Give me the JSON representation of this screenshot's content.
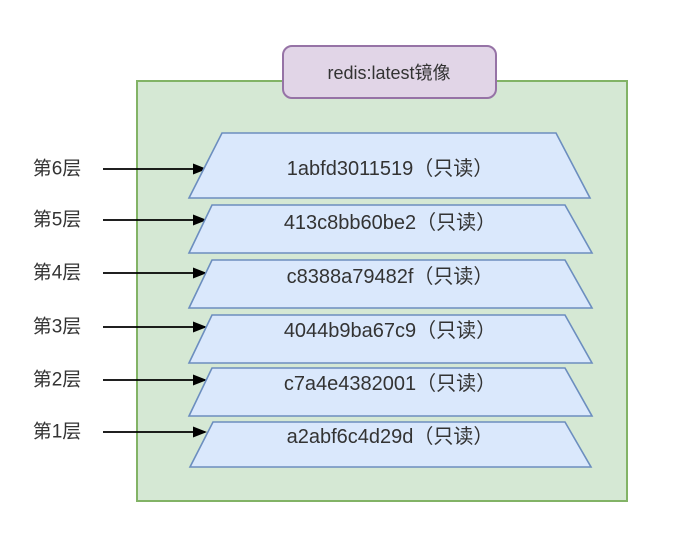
{
  "diagram": {
    "type": "docker-image-layer-stack",
    "title": "redis:latest镜像",
    "layers": [
      {
        "side_label": "第6层",
        "text": "1abfd3011519（只读）"
      },
      {
        "side_label": "第5层",
        "text": "413c8bb60be2（只读）"
      },
      {
        "side_label": "第4层",
        "text": "c8388a79482f（只读）"
      },
      {
        "side_label": "第3层",
        "text": "4044b9ba67c9（只读）"
      },
      {
        "side_label": "第2层",
        "text": "c7a4e4382001（只读）"
      },
      {
        "side_label": "第1层",
        "text": "a2abf6c4d29d（只读）"
      }
    ],
    "colors": {
      "container_fill": "#d5e8d4",
      "container_stroke": "#82b366",
      "layer_fill": "#dae8fc",
      "layer_stroke": "#6c8ebf",
      "title_fill": "#e1d5e7",
      "title_stroke": "#9673a6",
      "arrow": "#000000",
      "text": "#333333"
    }
  }
}
